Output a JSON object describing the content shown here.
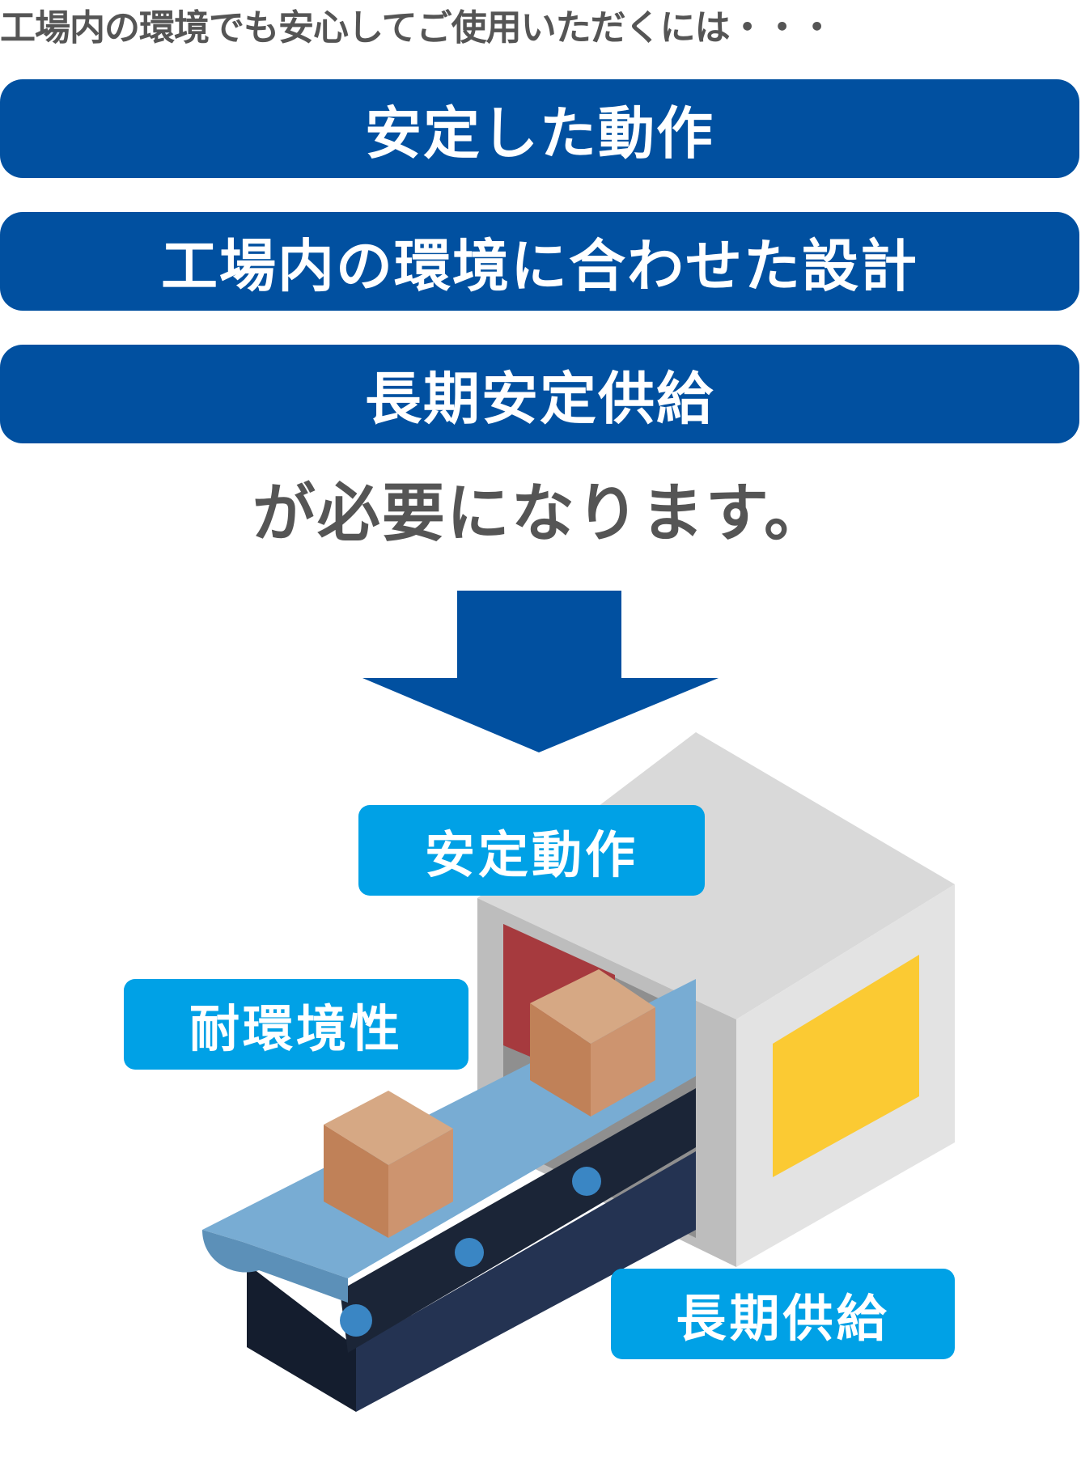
{
  "intro": "工場内の環境でも安心してご使用いただくには・・・",
  "requirements": [
    "安定した動作",
    "工場内の環境に合わせた設計",
    "長期安定供給"
  ],
  "outro": "が必要になります。",
  "tags": {
    "stable_operation": "安定動作",
    "environment_resistance": "耐環境性",
    "long_term_supply": "長期供給"
  },
  "colors": {
    "navy": "#0150a0",
    "tag_blue": "#00a1e6",
    "text_gray": "#555555"
  },
  "icons": [
    "down-arrow-icon",
    "conveyor-machine-illustration"
  ]
}
